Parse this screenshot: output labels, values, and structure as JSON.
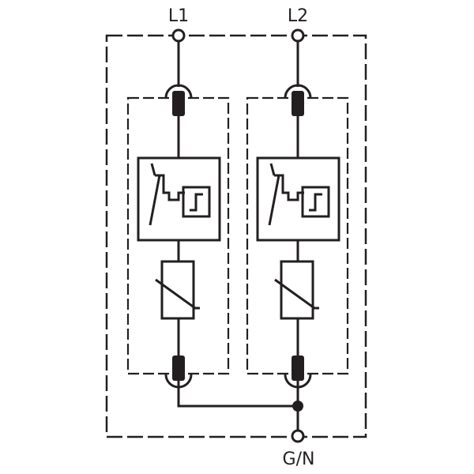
{
  "terminals": {
    "l1": "L1",
    "l2": "L2",
    "gn": "G/N"
  }
}
